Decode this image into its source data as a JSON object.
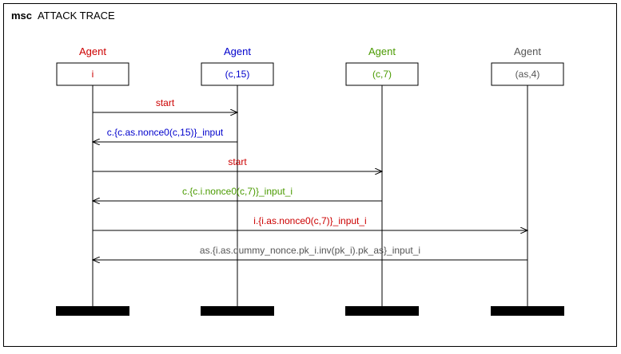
{
  "diagram": {
    "title_prefix": "msc",
    "title_text": "ATTACK TRACE",
    "agents": [
      {
        "role": "Agent",
        "name": "i",
        "color": "#cc0000"
      },
      {
        "role": "Agent",
        "name": "(c,15)",
        "color": "#0000cc"
      },
      {
        "role": "Agent",
        "name": "(c,7)",
        "color": "#4a9a00"
      },
      {
        "role": "Agent",
        "name": "(as,4)",
        "color": "#555555"
      }
    ],
    "messages": [
      {
        "from": 0,
        "to": 1,
        "label": "start",
        "color": "#cc0000"
      },
      {
        "from": 1,
        "to": 0,
        "label": "c.{c.as.nonce0(c,15)}_input",
        "color": "#0000cc"
      },
      {
        "from": 0,
        "to": 2,
        "label": "start",
        "color": "#cc0000"
      },
      {
        "from": 2,
        "to": 0,
        "label": "c.{c.i.nonce0(c,7)}_input_i",
        "color": "#4a9a00"
      },
      {
        "from": 0,
        "to": 3,
        "label": "i.{i.as.nonce0(c,7)}_input_i",
        "color": "#cc0000"
      },
      {
        "from": 3,
        "to": 0,
        "label": "as.{i.as.dummy_nonce.pk_i.inv(pk_i).pk_as}_input_i",
        "color": "#555555"
      }
    ]
  }
}
